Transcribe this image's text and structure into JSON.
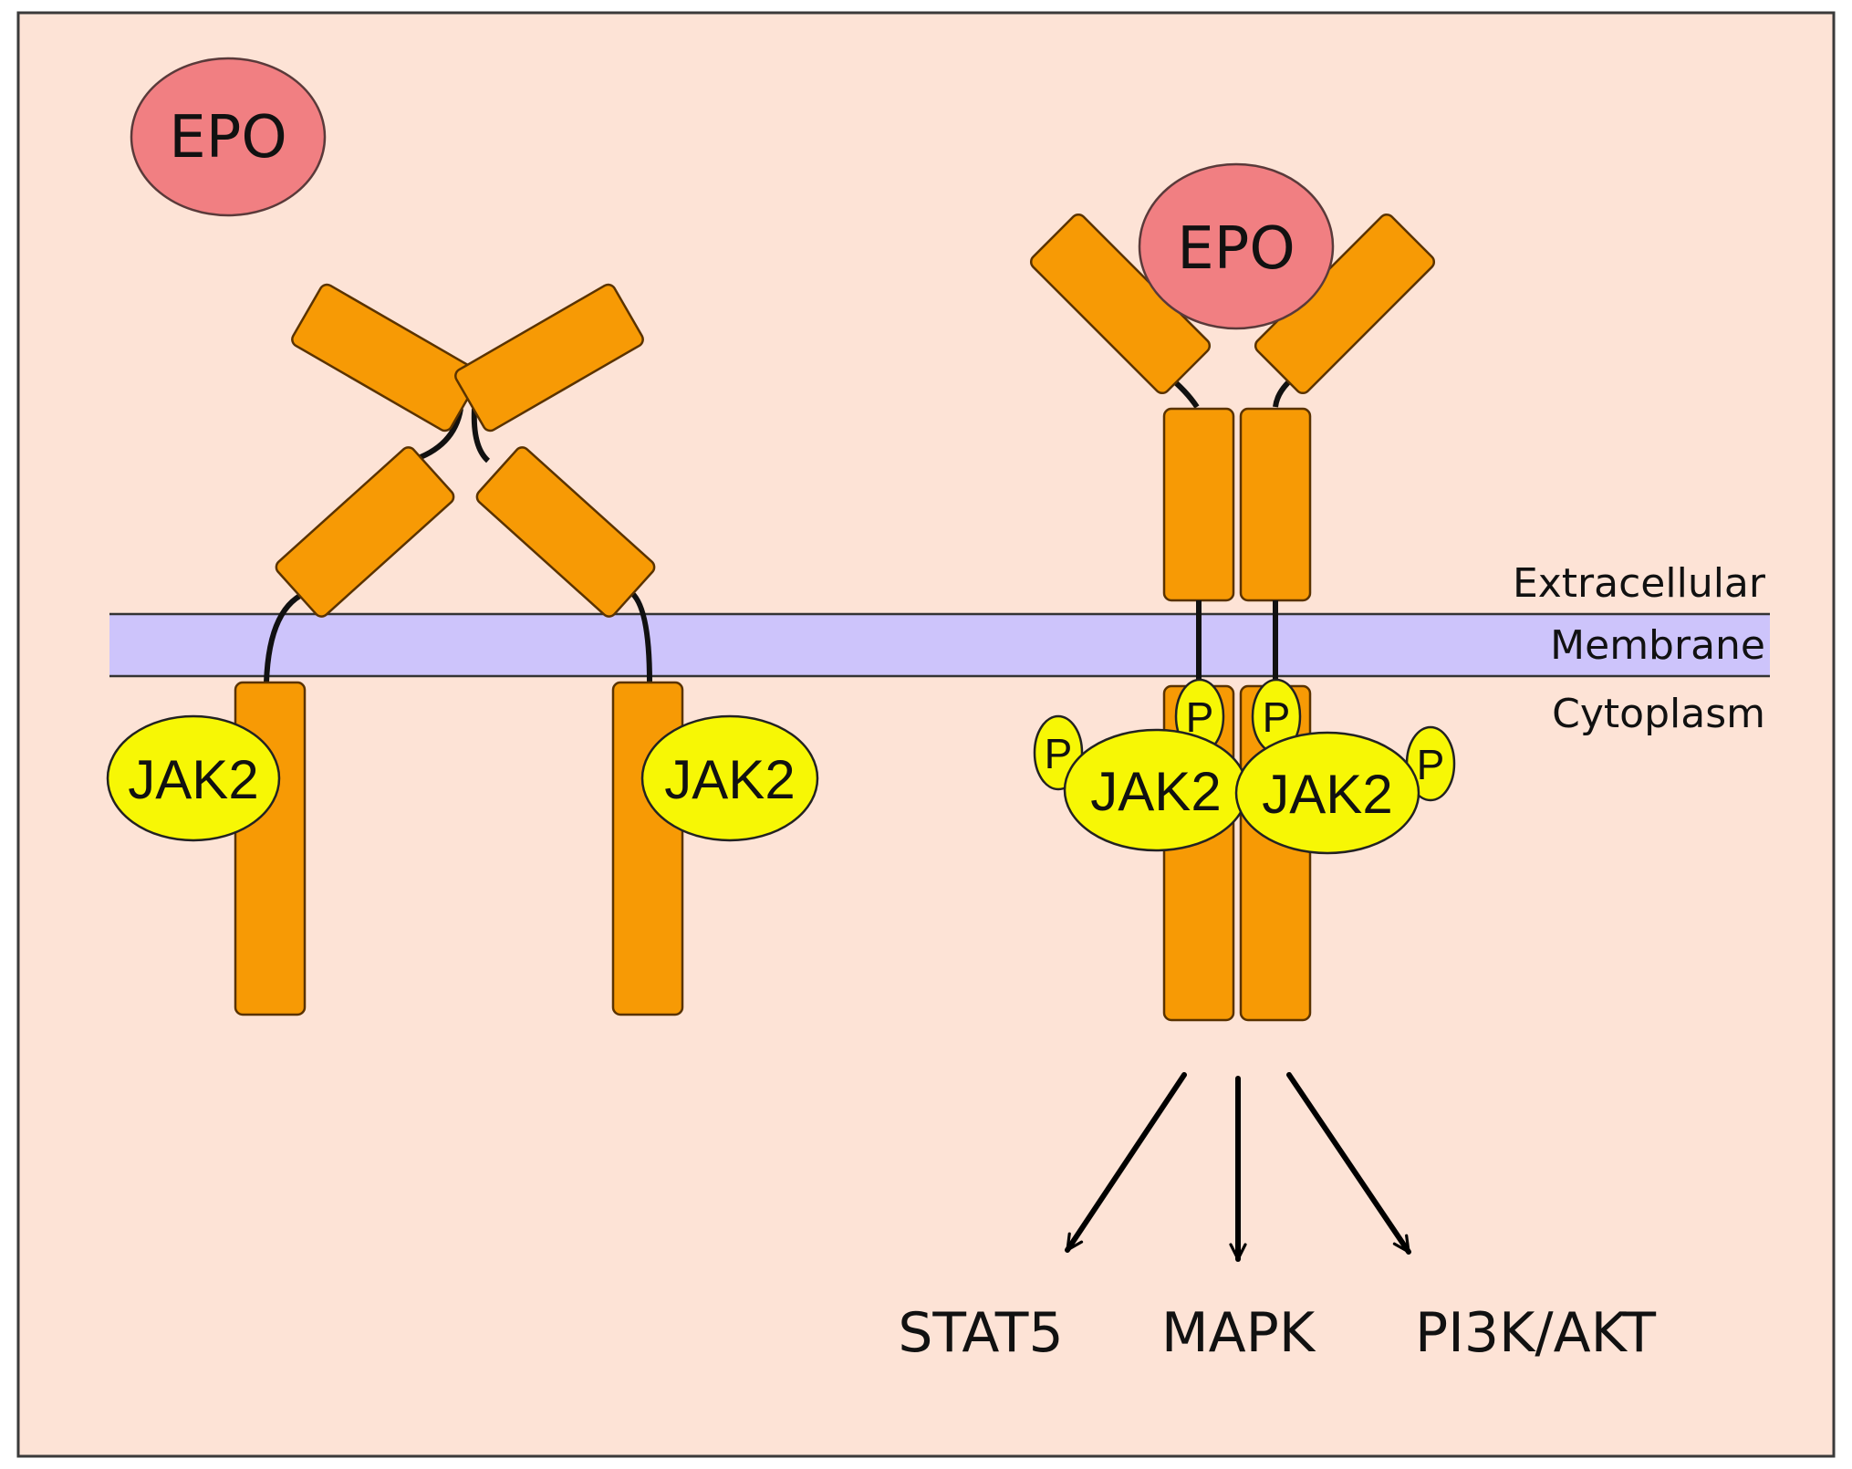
{
  "colors": {
    "background": "#fde3d6",
    "frame_border": "#3a3a3a",
    "membrane": "#cdc4fb",
    "receptor": "#f79a05",
    "receptor_stroke": "#5a3300",
    "jak2": "#f7f705",
    "epo": "#f17f82",
    "arrow": "#000000"
  },
  "labels": {
    "epo_free": "EPO",
    "epo_bound": "EPO",
    "extracellular": "Extracellular",
    "membrane": "Membrane",
    "cytoplasm": "Cytoplasm",
    "jak2": "JAK2",
    "phospho": "P"
  },
  "pathways": [
    "STAT5",
    "MAPK",
    "PI3K/AKT"
  ],
  "icons": [
    "epo-ligand",
    "receptor-domain",
    "jak2-kinase",
    "phosphate-group",
    "arrow"
  ]
}
